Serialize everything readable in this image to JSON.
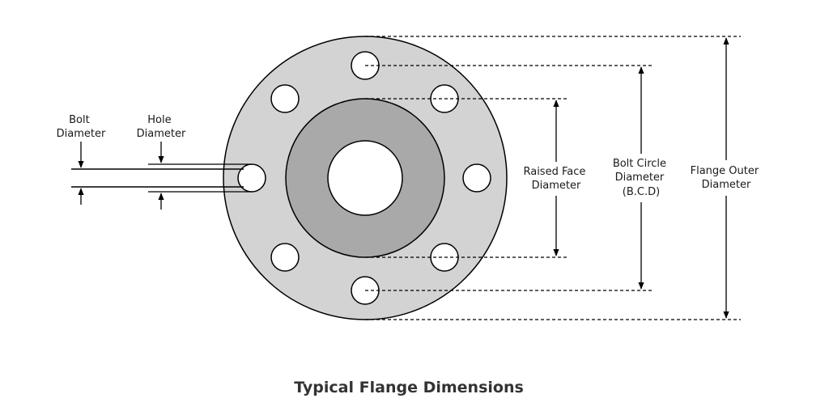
{
  "diagram": {
    "labels": {
      "bolt_diameter": [
        "Bolt",
        "Diameter"
      ],
      "hole_diameter": [
        "Hole",
        "Diameter"
      ],
      "raised_face_diameter": [
        "Raised Face",
        "Diameter"
      ],
      "bolt_circle_diameter": [
        "Bolt Circle",
        "Diameter",
        "(B.C.D)"
      ],
      "flange_outer_diameter": [
        "Flange Outer",
        "Diameter"
      ]
    },
    "colors": {
      "flange": "#d3d3d3",
      "raised_face": "#a9a9a9",
      "bore": "#ffffff",
      "outline": "#000000"
    },
    "bolt_hole_count": 8
  },
  "caption": "Typical Flange Dimensions"
}
